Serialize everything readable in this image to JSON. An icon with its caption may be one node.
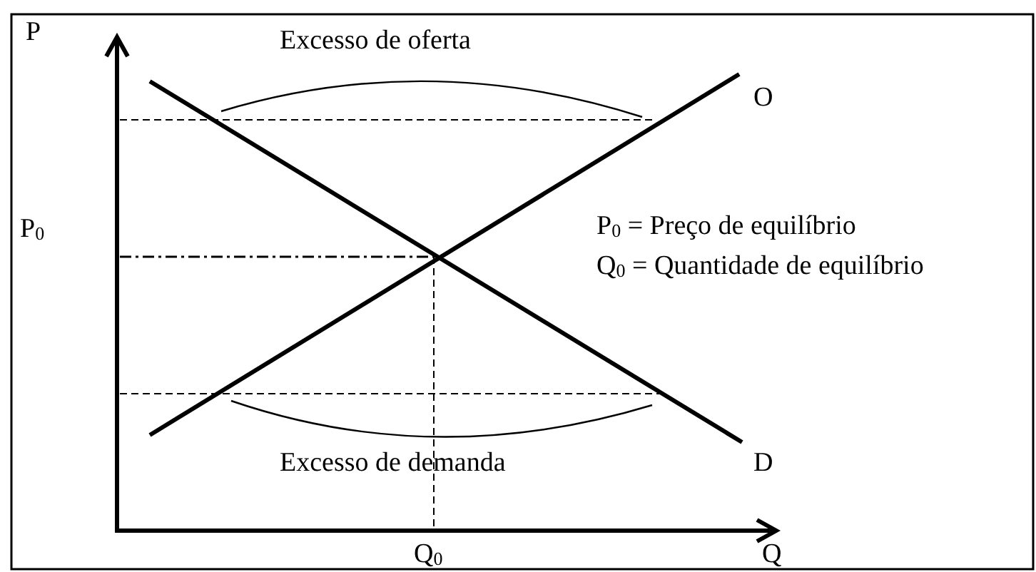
{
  "diagram": {
    "labels": [
      "P",
      "Excesso de oferta",
      "O",
      "P$_{0}$",
      "P$_{0}$ = Preço de equilíbrio",
      "Q$_{0}$ = Quantidade de equilíbrio",
      "Excesso de demanda",
      "D",
      "Q$_{0}$",
      "Q"
    ]
  }
}
